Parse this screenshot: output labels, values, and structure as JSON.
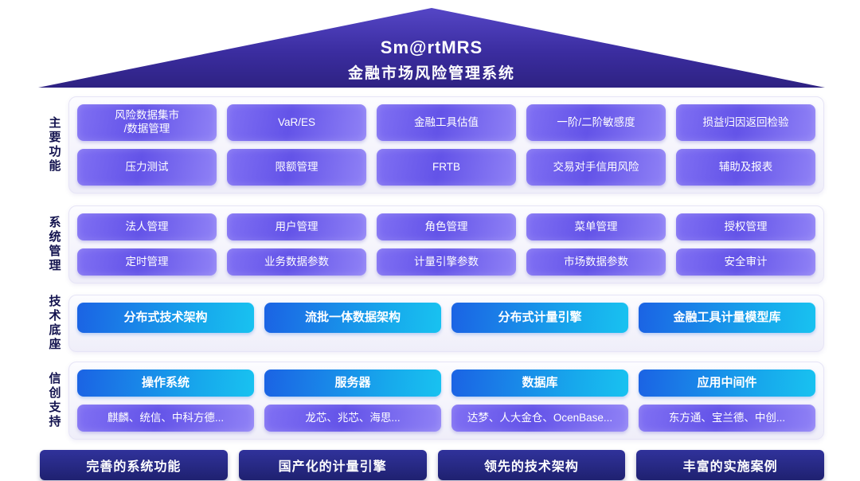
{
  "header": {
    "title": "Sm@rtMRS",
    "subtitle": "金融市场风险管理系统"
  },
  "sections": {
    "main_functions": {
      "label": "主要功能",
      "row1": [
        "风险数据集市\n/数据管理",
        "VaR/ES",
        "金融工具估值",
        "一阶/二阶敏感度",
        "损益归因返回检验"
      ],
      "row2": [
        "压力测试",
        "限额管理",
        "FRTB",
        "交易对手信用风险",
        "辅助及报表"
      ]
    },
    "system_management": {
      "label": "系统管理",
      "row1": [
        "法人管理",
        "用户管理",
        "角色管理",
        "菜单管理",
        "授权管理"
      ],
      "row2": [
        "定时管理",
        "业务数据参数",
        "计量引擎参数",
        "市场数据参数",
        "安全审计"
      ]
    },
    "tech_base": {
      "label": "技术底座",
      "row1": [
        "分布式技术架构",
        "流批一体数据架构",
        "分布式计量引擎",
        "金融工具计量模型库"
      ]
    },
    "xinchuang_support": {
      "label": "信创支持",
      "categories": [
        "操作系统",
        "服务器",
        "数据库",
        "应用中间件"
      ],
      "vendors": [
        "麒麟、统信、中科方德...",
        "龙芯、兆芯、海思...",
        "达梦、人大金仓、OcenBase...",
        "东方通、宝兰德、中创..."
      ]
    }
  },
  "footer": {
    "items": [
      "完善的系统功能",
      "国产化的计量引擎",
      "领先的技术架构",
      "丰富的实施案例"
    ]
  },
  "colors": {
    "roof": "#3b2da0",
    "purple_button": "#6353e8",
    "blue_button": "#179fec",
    "footer_button": "#26287f",
    "panel_background": "#f2f1fb"
  }
}
